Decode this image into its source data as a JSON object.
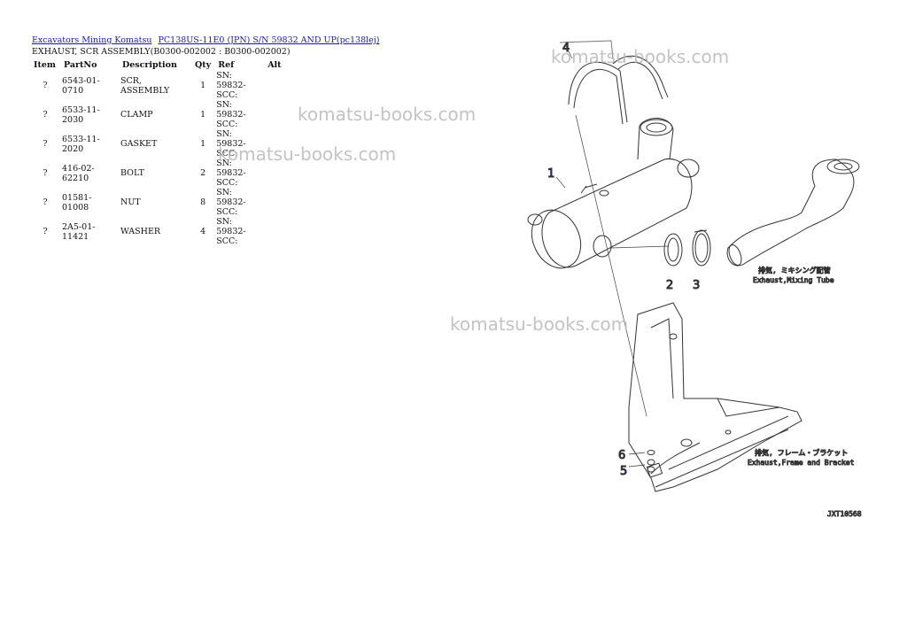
{
  "breadcrumb": {
    "links": [
      "Excavators Mining Komatsu",
      "PC138US-11E0 (JPN) S/N 59832 AND UP(pc138lej)"
    ]
  },
  "subtitle": "EXHAUST, SCR ASSEMBLY(B0300-002002 : B0300-002002)",
  "table": {
    "headers": [
      "Item",
      "PartNo",
      "Description",
      "Qty",
      "Ref",
      "Alt"
    ],
    "rows": [
      {
        "item": "?",
        "partno": "6543-01-0710",
        "description": "SCR, ASSEMBLY",
        "qty": "1",
        "ref_line1": "SN: 59832-",
        "ref_line2": "SCC:"
      },
      {
        "item": "?",
        "partno": "6533-11-2030",
        "description": "CLAMP",
        "qty": "1",
        "ref_line1": "SN: 59832-",
        "ref_line2": "SCC:"
      },
      {
        "item": "?",
        "partno": "6533-11-2020",
        "description": "GASKET",
        "qty": "1",
        "ref_line1": "SN: 59832-",
        "ref_line2": "SCC:"
      },
      {
        "item": "?",
        "partno": "416-02-62210",
        "description": "BOLT",
        "qty": "2",
        "ref_line1": "SN: 59832-",
        "ref_line2": "SCC:"
      },
      {
        "item": "?",
        "partno": "01581-01008",
        "description": "NUT",
        "qty": "8",
        "ref_line1": "SN: 59832-",
        "ref_line2": "SCC:"
      },
      {
        "item": "?",
        "partno": "2A5-01-11421",
        "description": "WASHER",
        "qty": "4",
        "ref_line1": "SN: 59832-",
        "ref_line2": "SCC:"
      }
    ]
  },
  "watermark": "komatsu-books.com",
  "diagram": {
    "callouts": [
      "1",
      "2",
      "3",
      "4",
      "5",
      "6"
    ],
    "label_mixing_jp": "排気, ミキシング配管",
    "label_mixing_en": "Exhaust,Mixing Tube",
    "label_frame_jp": "排気, フレーム・ブラケット",
    "label_frame_en": "Exhaust,Frame and Bracket",
    "drawing_code": "JXT10568"
  }
}
